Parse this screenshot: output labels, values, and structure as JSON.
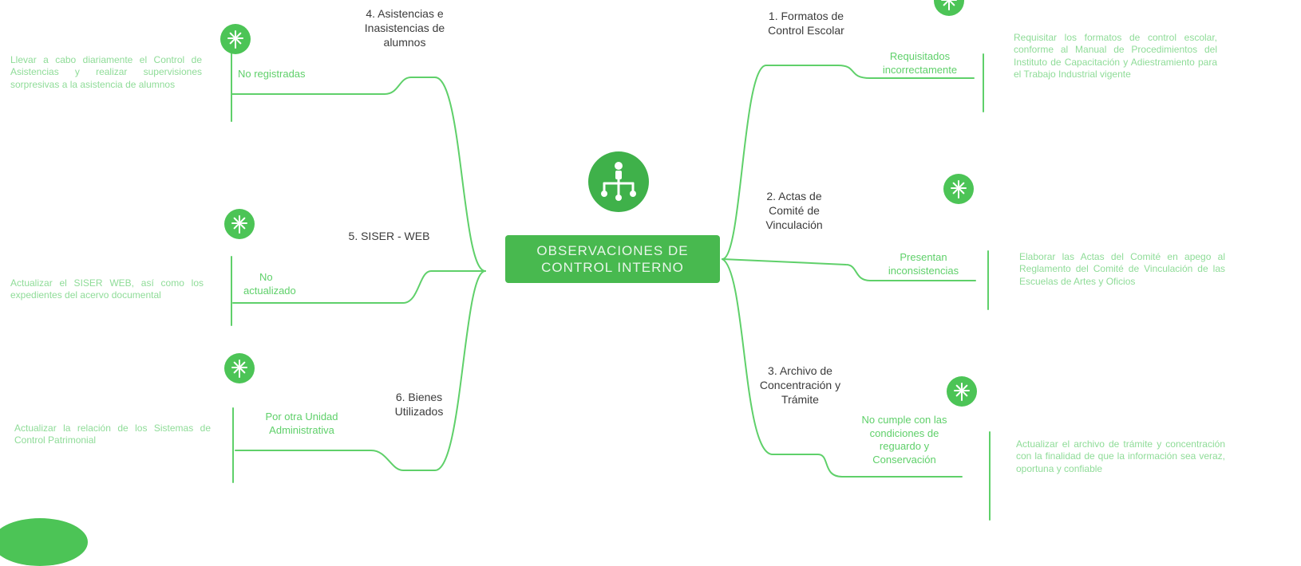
{
  "colors": {
    "branch": "#5fd06a",
    "central_fill": "#48b94f",
    "icon_fill": "#4cc456",
    "heading_text": "#3b3b3b",
    "observation_text": "#5fd06a",
    "action_text": "#8fdc98"
  },
  "central": {
    "title_line1": "OBSERVACIONES DE",
    "title_line2": "CONTROL INTERNO",
    "icon": "hierarchy-icon"
  },
  "branches": [
    {
      "heading_line1": "1. Formatos de",
      "heading_line2": "Control Escolar",
      "observation": "Requisitados incorrectamente",
      "action": "Requisitar los formatos de control escolar, conforme al Manual de Procedimientos del Instituto de Capacitación y Adiestramiento para el Trabajo Industrial vigente",
      "icon": "tree-icon"
    },
    {
      "heading_line1": "2. Actas de",
      "heading_line2": "Comité de",
      "heading_line3": "Vinculación",
      "observation": "Presentan inconsistencias",
      "action": "Elaborar las Actas del Comité en apego al Reglamento del Comité de Vinculación de las Escuelas de Artes y Oficios",
      "icon": "tree-icon"
    },
    {
      "heading_line1": "3. Archivo de",
      "heading_line2": "Concentración y",
      "heading_line3": "Trámite",
      "observation": "No cumple con las condiciones de reguardo y Conservación",
      "action": "Actualizar el archivo de trámite y concentración con la finalidad de que la información sea veraz, oportuna y confiable",
      "icon": "tree-icon"
    },
    {
      "heading_line1": "4. Asistencias e",
      "heading_line2": "Inasistencias de",
      "heading_line3": "alumnos",
      "observation": "No registradas",
      "action": "Llevar a cabo diariamente el Control de Asistencias y realizar supervisiones sorpresivas a la asistencia de alumnos",
      "icon": "tree-icon"
    },
    {
      "heading": "5. SISER - WEB",
      "observation_line1": "No",
      "observation_line2": "actualizado",
      "action": "Actualizar el SISER WEB, así como los expedientes del acervo documental",
      "icon": "tree-icon"
    },
    {
      "heading_line1": "6. Bienes",
      "heading_line2": "Utilizados",
      "observation_line1": "Por otra Unidad",
      "observation_line2": "Administrativa",
      "action": "Actualizar la relación de los Sistemas de Control Patrimonial",
      "icon": "tree-icon"
    }
  ]
}
